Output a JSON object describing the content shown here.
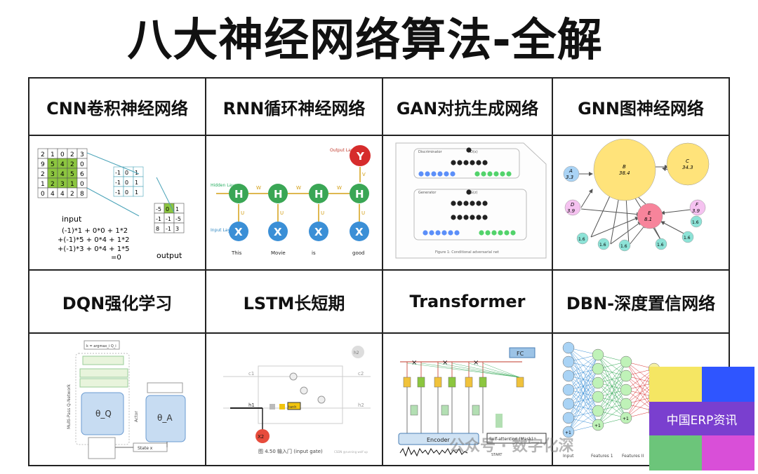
{
  "title": "八大神经网络算法-全解",
  "cells": [
    {
      "label": "CNN卷积神经网络"
    },
    {
      "label": "RNN循环神经网络"
    },
    {
      "label": "GAN对抗生成网络"
    },
    {
      "label": "GNN图神经网络"
    },
    {
      "label": "DQN强化学习"
    },
    {
      "label": "LSTM长短期"
    },
    {
      "label": "Transformer"
    },
    {
      "label": "DBN-深度置信网络"
    }
  ],
  "cnn": {
    "matrix": [
      [
        "2",
        "1",
        "0",
        "2",
        "3"
      ],
      [
        "9",
        "5",
        "4",
        "2",
        "0"
      ],
      [
        "2",
        "3",
        "4",
        "5",
        "6"
      ],
      [
        "1",
        "2",
        "3",
        "1",
        "0"
      ],
      [
        "0",
        "4",
        "4",
        "2",
        "8"
      ]
    ],
    "kernel": [
      [
        "-1",
        "0",
        "1"
      ],
      [
        "-1",
        "0",
        "1"
      ],
      [
        "-1",
        "0",
        "1"
      ]
    ],
    "output": [
      [
        "-5",
        "0",
        "1"
      ],
      [
        "-1",
        "-1",
        "-5"
      ],
      [
        "8",
        "-1",
        "3"
      ]
    ],
    "input_label": "input",
    "output_label": "output",
    "formula": [
      "(-1)*1 + 0*0 + 1*2",
      "+(-1)*5 + 0*4 + 1*2",
      "+(-1)*3 + 0*4 + 1*5",
      "=0"
    ]
  },
  "rnn": {
    "words": [
      "This",
      "Movie",
      "is",
      "good"
    ],
    "hidden_layer": "Hidden Layer",
    "input_layer": "Input Layer",
    "output_layer": "Output Layer",
    "weight_w": "W",
    "weight_u": "U",
    "weight_v": "V",
    "h_letter": "H",
    "x_letter": "X",
    "y_letter": "Y"
  },
  "gan": {
    "discriminator": "Discriminator",
    "generator": "Generator",
    "caption": "Figure 1: Conditional adversarial net",
    "d_label": "D(x)",
    "g_label": "G(z)"
  },
  "gnn": {
    "nodes": [
      {
        "name": "A",
        "value": "3.3"
      },
      {
        "name": "B",
        "value": "38.4"
      },
      {
        "name": "C",
        "value": "34.3"
      },
      {
        "name": "D",
        "value": "3.9"
      },
      {
        "name": "E",
        "value": "8.1"
      },
      {
        "name": "F",
        "value": "3.9"
      },
      {
        "name": "",
        "value": "1.6"
      }
    ]
  },
  "dqn": {
    "formula": "k = argmax_i Q_i",
    "q_sub": "θ_Q",
    "a_sub": "θ_A",
    "side_label": "Multi-Pass Q-Network",
    "actor_label": "Actor",
    "state_label": "State x"
  },
  "lstm": {
    "caption": "图 4.50 输入门 (input gate)",
    "credit": "CSDN @running wolf up",
    "tanh": "tanh",
    "c1": "c1",
    "c2": "c2",
    "h1": "h1",
    "h2": "h2",
    "x2": "X2",
    "h2_node": "h2"
  },
  "transformer": {
    "encoder": "Encoder",
    "self_attention": "Self-attention (Mask)",
    "fc": "FC",
    "start": "START"
  },
  "dbn": {
    "input_label": "Input",
    "features1": "Features 1",
    "features2": "Features II",
    "bias": "+1"
  },
  "watermark": "公众号 · 数字化深",
  "badge": {
    "label": "中国ERP资讯",
    "colors": [
      "#f5e663",
      "#2f55ff",
      "#7a3fcf",
      "#6cc57a",
      "#d94fd8"
    ]
  }
}
